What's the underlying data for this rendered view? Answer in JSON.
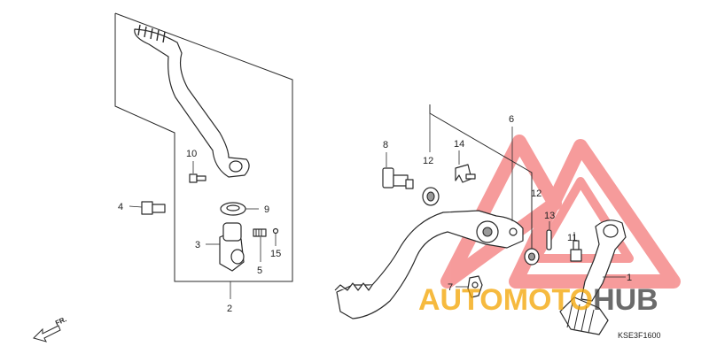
{
  "diagram": {
    "code": "KSE3F1600",
    "direction_label": "FR.",
    "callouts": [
      {
        "id": "1",
        "label": "1"
      },
      {
        "id": "2",
        "label": "2"
      },
      {
        "id": "3",
        "label": "3"
      },
      {
        "id": "4",
        "label": "4"
      },
      {
        "id": "5",
        "label": "5"
      },
      {
        "id": "6",
        "label": "6"
      },
      {
        "id": "7",
        "label": "7"
      },
      {
        "id": "8",
        "label": "8"
      },
      {
        "id": "9",
        "label": "9"
      },
      {
        "id": "10",
        "label": "10"
      },
      {
        "id": "11",
        "label": "11"
      },
      {
        "id": "12a",
        "label": "12"
      },
      {
        "id": "12b",
        "label": "12"
      },
      {
        "id": "13",
        "label": "13"
      },
      {
        "id": "14",
        "label": "14"
      },
      {
        "id": "15",
        "label": "15"
      }
    ]
  },
  "watermark": {
    "part1": "AUTOMOTO",
    "part2": "HUB",
    "color1": "#f4a300",
    "color2": "#3a3a3a",
    "logo_color": "#ef4b4b"
  }
}
